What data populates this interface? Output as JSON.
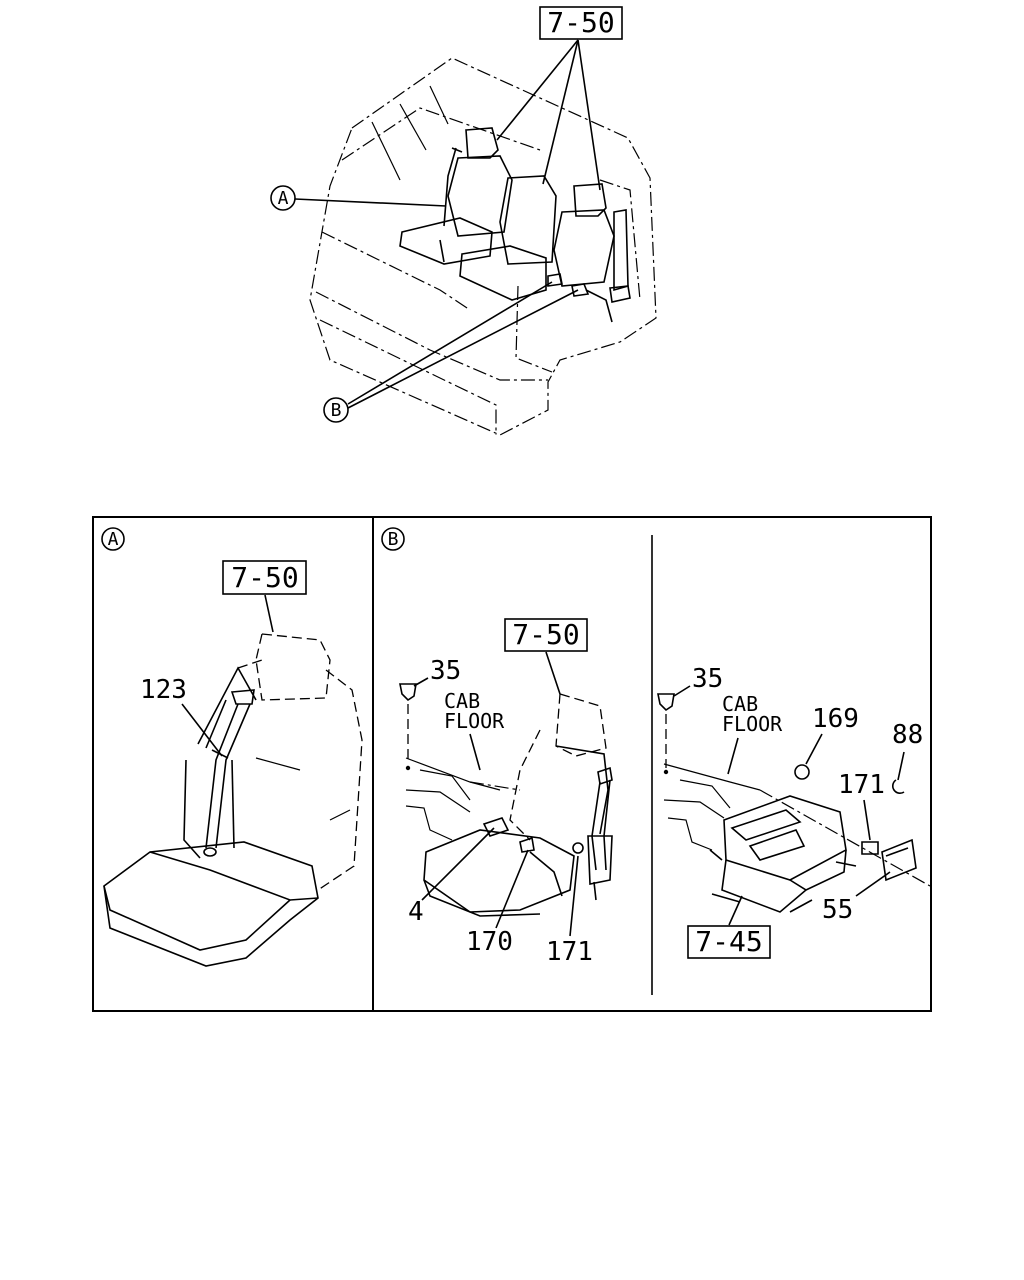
{
  "overview": {
    "ref_top": "7-50",
    "callout_a": "A",
    "callout_b": "B"
  },
  "panel_a": {
    "badge": "A",
    "ref": "7-50",
    "parts": [
      "123"
    ]
  },
  "panel_b": {
    "badge": "B",
    "left": {
      "ref": "7-50",
      "cab_line1": "CAB",
      "cab_line2": "FLOOR",
      "parts": [
        "35",
        "4",
        "170",
        "171"
      ]
    },
    "right": {
      "ref": "7-45",
      "cab_line1": "CAB",
      "cab_line2": "FLOOR",
      "parts": [
        "35",
        "169",
        "88",
        "171",
        "55"
      ]
    }
  }
}
